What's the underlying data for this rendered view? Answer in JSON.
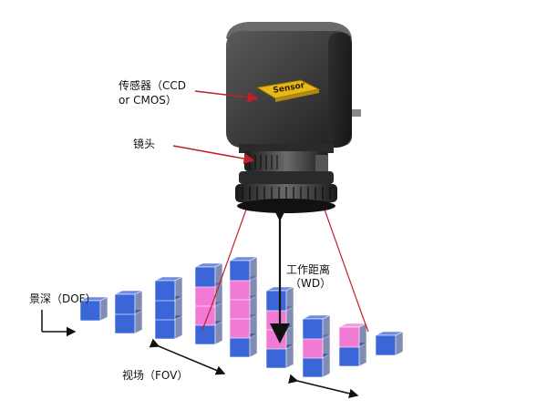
{
  "labels": {
    "sensor_line1": "传感器（CCD",
    "sensor_line2": "or CMOS）",
    "lens": "镜头",
    "wd_line1": "工作距离",
    "wd_line2": "（WD）",
    "dof": "景深（DOF）",
    "fov": "视场（FOV）",
    "chip": "Sensor"
  },
  "colors": {
    "cube_blue": "#3a66d8",
    "cube_pink": "#f07ad4",
    "arrow_red": "#c0202a",
    "camera_body": "#3a3a3a",
    "sensor_chip": "#e8b818"
  },
  "cube_grid": {
    "columns": 9,
    "column_heights": [
      1,
      2,
      3,
      4,
      5,
      4,
      3,
      2,
      1
    ]
  }
}
